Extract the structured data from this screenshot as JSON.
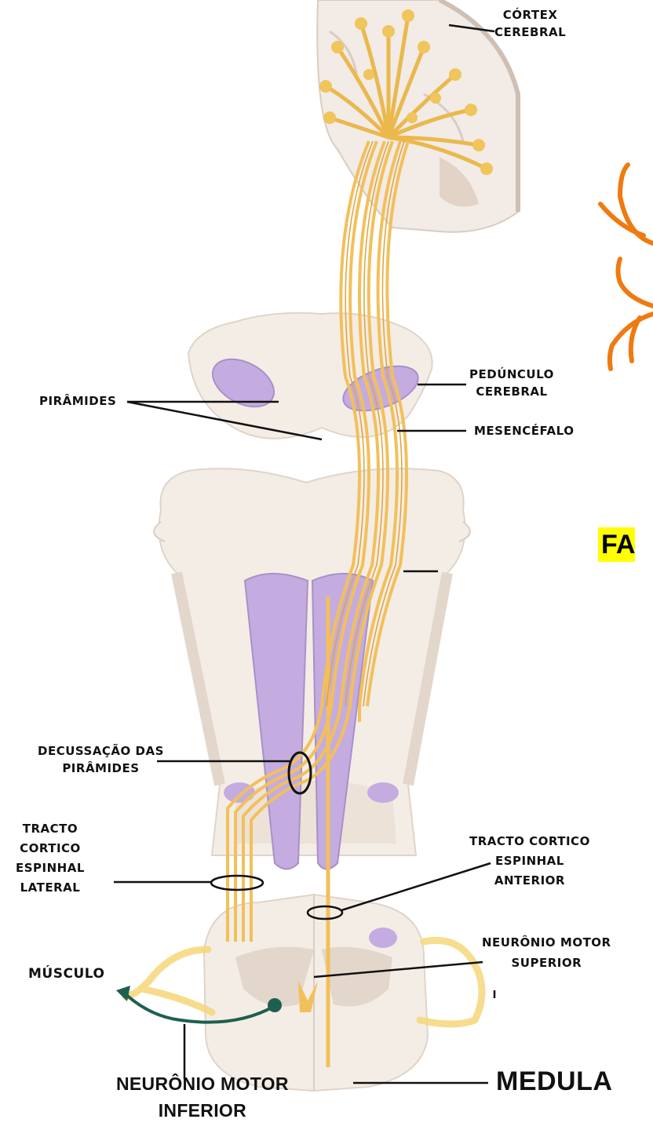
{
  "labels": {
    "cortex": [
      "CÓRTEX",
      "CEREBRAL"
    ],
    "peduncle": [
      "PEDÚNCULO",
      "CEREBRAL"
    ],
    "mesencephalon": "MESENCÉFALO",
    "pyramids": "PIRÂMIDES",
    "decussation": [
      "DECUSSAÇÃO DAS",
      "PIRÂMIDES"
    ],
    "lateral_tract": [
      "TRACTO",
      "CORTICO",
      "ESPINHAL",
      "LATERAL"
    ],
    "anterior_tract": [
      "TRACTO CORTICO",
      "ESPINHAL",
      "ANTERIOR"
    ],
    "upper_motor_neuron": [
      "NEURÔNIO MOTOR",
      "SUPERIOR"
    ],
    "muscle": "MÚSCULO",
    "spinal_cord": "MEDULA",
    "lower_motor_neuron": [
      "NEURÔNIO MOTOR",
      "INFERIOR"
    ],
    "cropped_highlight": "FA"
  },
  "colors": {
    "tract": "#f2c05a",
    "tract_shade": "#e0a23c",
    "pyramid": "#c4ace0",
    "tissue": "#f4ede6",
    "tissue_shade": "#e3d6cb",
    "cortex_spot": "#efc55c",
    "branch": "#f07a10",
    "lower_neuron": "#1e5f50",
    "highlight": "#ffff00"
  },
  "icons": [
    "orange-branch-icon",
    "muscle-arrow-icon"
  ]
}
